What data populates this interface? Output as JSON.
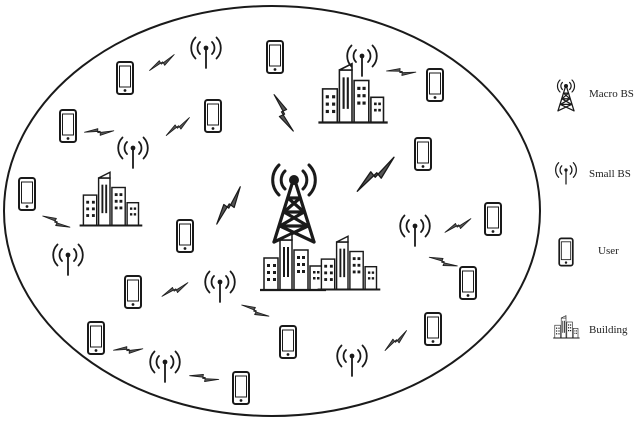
{
  "legend": {
    "macro_bs": "Macro BS",
    "small_bs": "Small BS",
    "user": "User",
    "building": "Building"
  },
  "icons": [
    "macro-bs-icon",
    "small-bs-icon",
    "user-phone-icon",
    "building-icon",
    "wireless-link-icon"
  ],
  "colors": {
    "ink": "#1a1a1a",
    "fill": "#ffffff"
  }
}
